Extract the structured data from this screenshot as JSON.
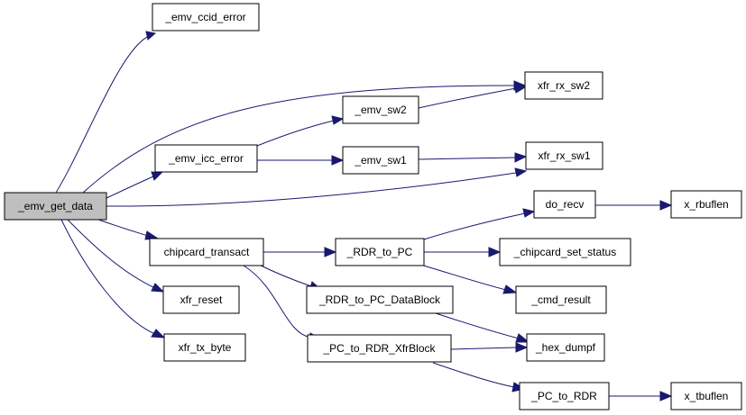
{
  "nodes": {
    "emv_get_data": "_emv_get_data",
    "emv_ccid_error": "_emv_ccid_error",
    "xfr_rx_sw2": "xfr_rx_sw2",
    "emv_sw2": "_emv_sw2",
    "emv_icc_error": "_emv_icc_error",
    "emv_sw1": "_emv_sw1",
    "xfr_rx_sw1": "xfr_rx_sw1",
    "do_recv": "do_recv",
    "x_rbuflen": "x_rbuflen",
    "chipcard_transact": "chipcard_transact",
    "rdr_to_pc": "_RDR_to_PC",
    "chipcard_set_status": "_chipcard_set_status",
    "cmd_result": "_cmd_result",
    "xfr_reset": "xfr_reset",
    "rdr_to_pc_datablock": "_RDR_to_PC_DataBlock",
    "hex_dumpf": "_hex_dumpf",
    "xfr_tx_byte": "xfr_tx_byte",
    "pc_to_rdr_xfrblock": "_PC_to_RDR_XfrBlock",
    "pc_to_rdr": "_PC_to_RDR",
    "x_tbuflen": "x_tbuflen"
  },
  "colors": {
    "edge": "#191970",
    "root_fill": "#bfbfbf",
    "node_fill": "#ffffff",
    "node_border": "#000000"
  }
}
